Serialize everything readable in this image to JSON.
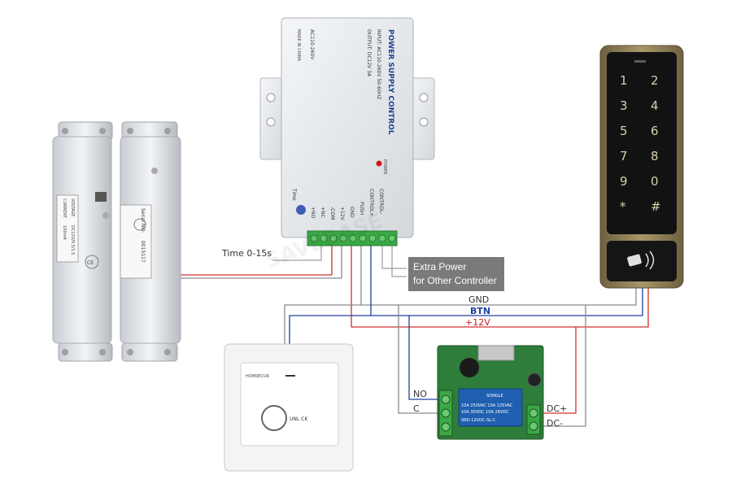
{
  "power_supply": {
    "title": "POWER SUPPLY CONTROL",
    "input": "INPUT: AC110-260V 50-60HZ",
    "output": "OUTPUT: DC12V  3A",
    "ac": "AC110-260V",
    "made_in": "MADE IN CHINA",
    "power_led_label": "POWER",
    "time_label": "Time",
    "terminals": [
      "+NO",
      "+NC",
      "-COM",
      "+12V",
      "GND",
      "PUSH",
      "CONTROL+",
      "CONTROL-"
    ]
  },
  "labels": {
    "time_range": "Time 0-15s",
    "extra_power": "Extra Power",
    "extra_power_2": "for Other Controller",
    "gnd": "GND",
    "btn": "BTN",
    "plus12v": "+12V",
    "no": "NO",
    "c": "C",
    "dc_plus": "DC+",
    "dc_minus": "DC-"
  },
  "lock": {
    "serial": "Serial NO:",
    "serial_value": "0015117",
    "voltage": "DC12V/0.5/1.5",
    "model": "VOLTAGE",
    "current": "CURRENT",
    "current_value": "100mA",
    "ce": "CE"
  },
  "exit_button": {
    "brand": "HOMSECUR",
    "text": "UNL CK"
  },
  "relay": {
    "brand": "SONGLE",
    "line1": "10A 250VAC  10A 125VAC",
    "line2": "10A 30VDC  10A 28VDC",
    "model": "SRD-12VDC-SL-C"
  },
  "keypad": {
    "keys": [
      "1",
      "2",
      "3",
      "4",
      "5",
      "6",
      "7",
      "8",
      "9",
      "0",
      "*",
      "#"
    ]
  },
  "watermark": "SAVEBASE",
  "colors": {
    "red_wire": "#d03030",
    "blue_wire": "#2040a0",
    "gray_wire": "#8a8a8a",
    "terminal_green": "#3aa845",
    "pcb_green": "#2e7d3a",
    "relay_blue": "#1e5fb0",
    "keypad_frame": "#8a7b55"
  }
}
